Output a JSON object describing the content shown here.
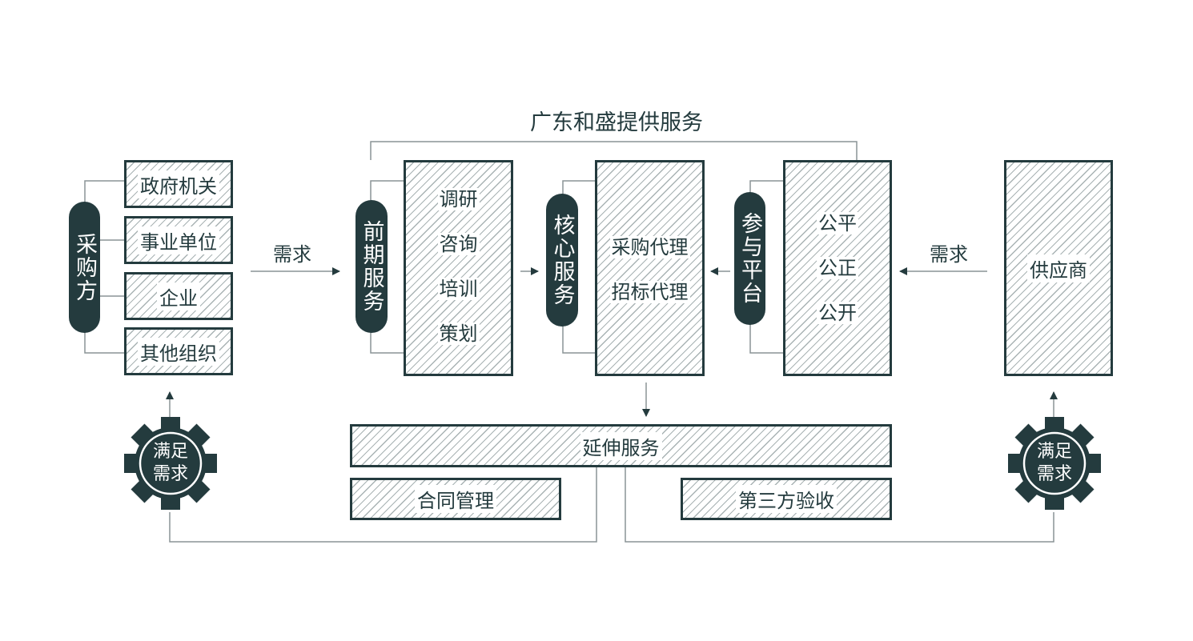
{
  "top_label": "广东和盛提供服务",
  "purchaser": {
    "pill": "采购方",
    "types": [
      "政府机关",
      "事业单位",
      "企业",
      "其他组织"
    ]
  },
  "demand_left": "需求",
  "demand_right": "需求",
  "pre_service": {
    "pill": "前期服务",
    "items": [
      "调研",
      "咨询",
      "培训",
      "策划"
    ]
  },
  "core_service": {
    "pill": "核心服务",
    "items": [
      "采购代理",
      "招标代理"
    ]
  },
  "platform": {
    "pill": "参与平台",
    "items": [
      "公平",
      "公正",
      "公开"
    ]
  },
  "supplier": "供应商",
  "extended": {
    "title": "延伸服务",
    "items": [
      "合同管理",
      "第三方验收"
    ]
  },
  "gear_left": {
    "line1": "满足",
    "line2": "需求"
  },
  "gear_right": {
    "line1": "满足",
    "line2": "需求"
  },
  "colors": {
    "primary": "#243b3e",
    "hatch": "#a9b3b4",
    "line": "#8a9496"
  }
}
